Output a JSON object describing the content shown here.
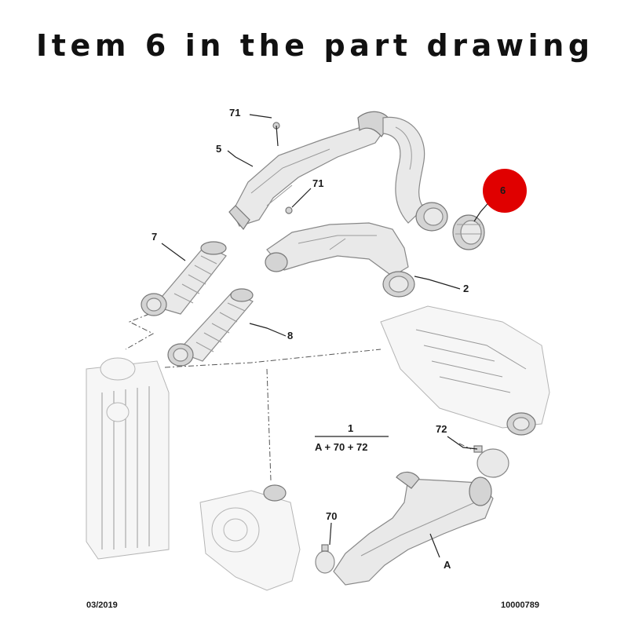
{
  "title": "Item 6 in the part drawing",
  "highlight": {
    "label": "6",
    "color": "#e00000"
  },
  "labels": {
    "p71a": "71",
    "p71b": "71",
    "p5": "5",
    "p7": "7",
    "p2": "2",
    "p8": "8",
    "p1": "1",
    "formula": "A + 70 + 72",
    "p72": "72",
    "p70": "70",
    "pA": "A"
  },
  "footer": {
    "date": "03/2019",
    "code": "10000789"
  }
}
